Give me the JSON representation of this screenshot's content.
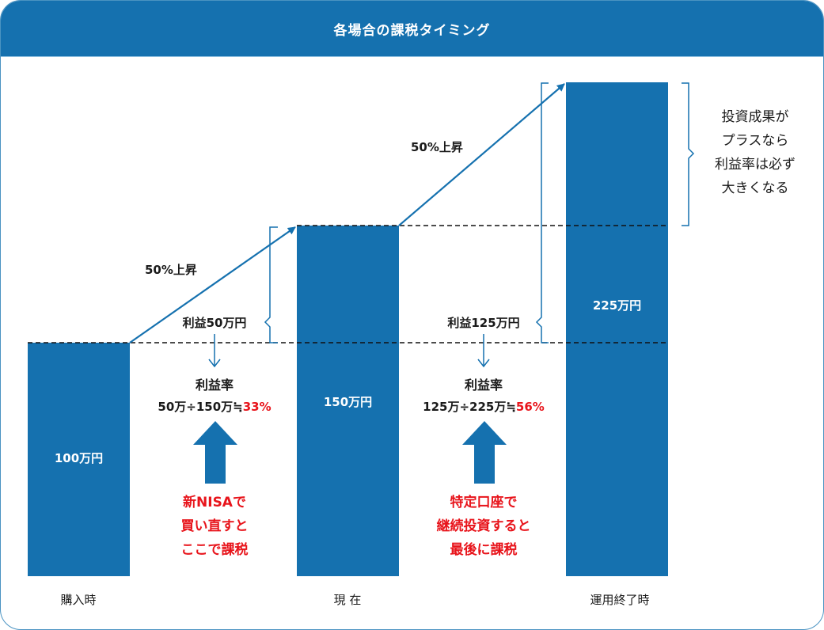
{
  "header": {
    "title": "各場合の課税タイミング"
  },
  "colors": {
    "bar": "#1571af",
    "accent_red": "#e8141b",
    "text": "#1a1a1a",
    "header_bg": "#1571af"
  },
  "bars": [
    {
      "label": "100万円",
      "axis_label": "購入時"
    },
    {
      "label": "150万円",
      "axis_label": "現 在"
    },
    {
      "label": "225万円",
      "axis_label": "運用終了時"
    }
  ],
  "rises": [
    {
      "label": "50%上昇"
    },
    {
      "label": "50%上昇"
    }
  ],
  "profits": [
    {
      "label": "利益50万円",
      "rate_title": "利益率",
      "formula": "50万÷150万≒",
      "result": "33%",
      "note_lines": [
        "新NISAで",
        "買い直すと",
        "ここで課税"
      ]
    },
    {
      "label": "利益125万円",
      "rate_title": "利益率",
      "formula": "125万÷225万≒",
      "result": "56%",
      "note_lines": [
        "特定口座で",
        "継続投資すると",
        "最後に課税"
      ]
    }
  ],
  "side_note": {
    "lines": [
      "投資成果が",
      "プラスなら",
      "利益率は必ず",
      "大きくなる"
    ]
  },
  "chart_data": {
    "type": "bar",
    "title": "各場合の課税タイミング",
    "categories": [
      "購入時",
      "現 在",
      "運用終了時"
    ],
    "values": [
      100,
      150,
      225
    ],
    "unit": "万円",
    "annotations": [
      "50%上昇 (購入時→現在)",
      "50%上昇 (現在→運用終了時)",
      "利益50万円: 利益率 50万÷150万≒33% — 新NISAで買い直すとここで課税",
      "利益125万円: 利益率 125万÷225万≒56% — 特定口座で継続投資すると最後に課税",
      "投資成果がプラスなら利益率は必ず大きくなる"
    ]
  }
}
